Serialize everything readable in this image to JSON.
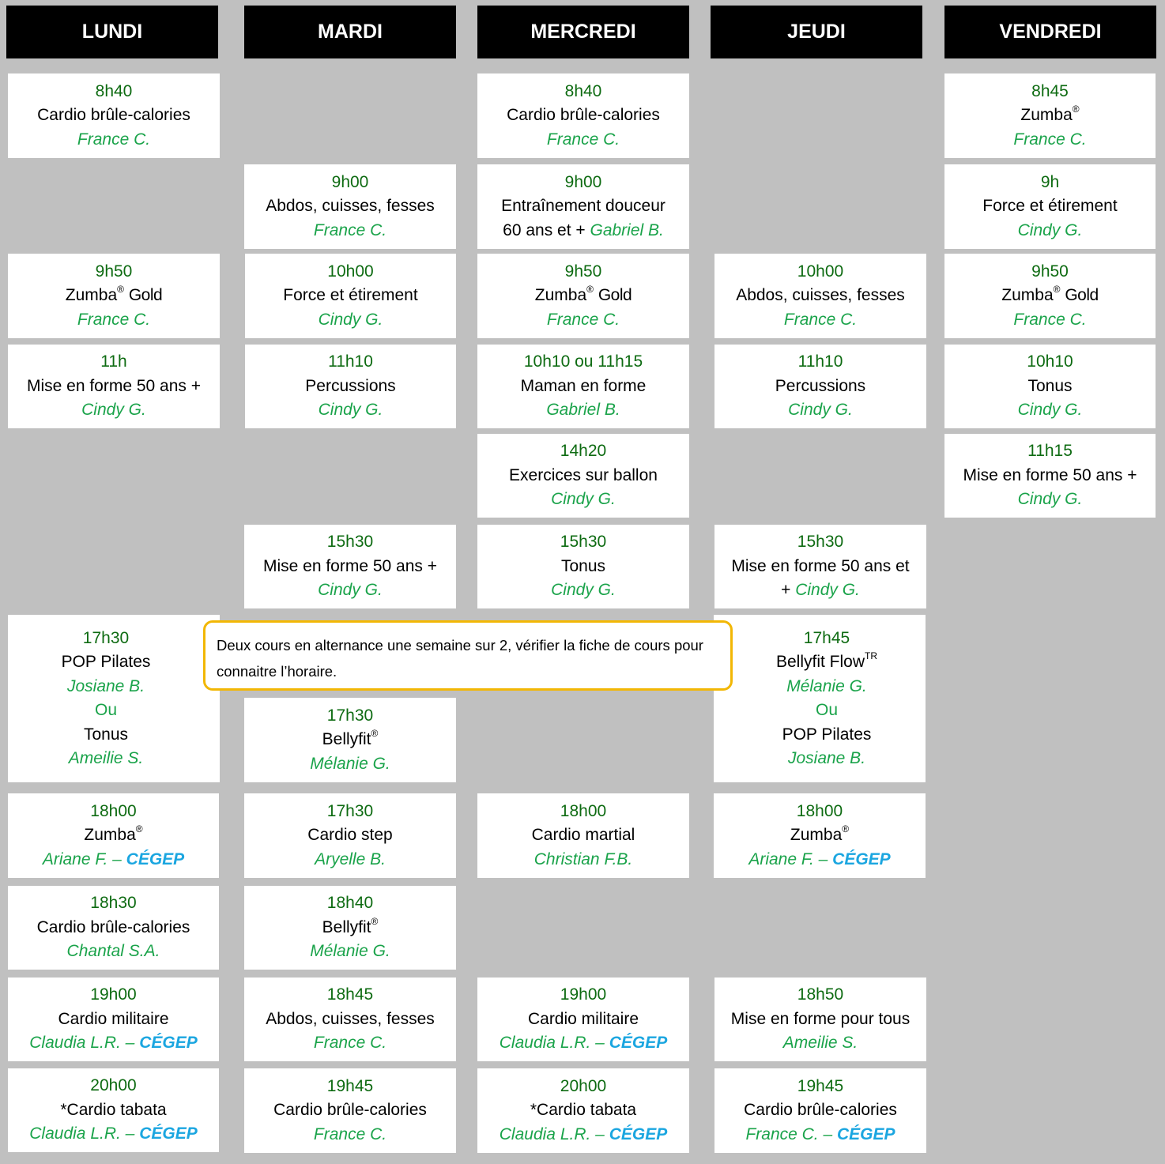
{
  "days": [
    "LUNDI",
    "MARDI",
    "MERCREDI",
    "JEUDI",
    "VENDREDI"
  ],
  "reg": "®",
  "tr": "TR",
  "or": "Ou",
  "cegep": "CÉGEP",
  "note": "Deux cours en alternance une semaine sur 2, vérifier la fiche de cours pour connaitre l’horaire.",
  "lundi": {
    "c1": {
      "time": "8h40",
      "name": "Cardio brûle-calories",
      "instr": "France C."
    },
    "c2": {
      "time": "9h50",
      "name": "Zumba",
      "gold": "Gold",
      "instr": "France C."
    },
    "c3": {
      "time": "11h",
      "name": "Mise en forme 50 ans +",
      "instr": "Cindy G."
    },
    "c4": {
      "time": "17h30",
      "name": "POP Pilates",
      "instr": "Josiane B.",
      "name2": "Tonus",
      "instr2": "Ameilie S."
    },
    "c5": {
      "time": "18h00",
      "name": "Zumba",
      "instr": "Ariane F. – "
    },
    "c6": {
      "time": "18h30",
      "name": "Cardio brûle-calories",
      "instr": "Chantal S.A."
    },
    "c7": {
      "time": "19h00",
      "name": "Cardio militaire",
      "instr": "Claudia L.R. – "
    },
    "c8": {
      "time": "20h00",
      "name": "*Cardio tabata",
      "instr": "Claudia L.R. – "
    }
  },
  "mardi": {
    "c1": {
      "time": "9h00",
      "name": "Abdos, cuisses, fesses",
      "instr": "France C."
    },
    "c2": {
      "time": "10h00",
      "name": "Force et étirement",
      "instr": "Cindy G."
    },
    "c3": {
      "time": "11h10",
      "name": "Percussions",
      "instr": "Cindy G."
    },
    "c4": {
      "time": "15h30",
      "name": "Mise en forme 50 ans +",
      "instr": "Cindy G."
    },
    "c5": {
      "time": "17h30",
      "name": "Bellyfit",
      "instr": "Mélanie G."
    },
    "c6": {
      "time": "17h30",
      "name": "Cardio step",
      "instr": "Aryelle B."
    },
    "c7": {
      "time": "18h40",
      "name": "Bellyfit",
      "instr": "Mélanie G."
    },
    "c8": {
      "time": "18h45",
      "name": "Abdos, cuisses, fesses",
      "instr": "France C."
    },
    "c9": {
      "time": "19h45",
      "name": "Cardio brûle-calories",
      "instr": "France C."
    }
  },
  "mercredi": {
    "c1": {
      "time": "8h40",
      "name": "Cardio brûle-calories",
      "instr": "France C."
    },
    "c2": {
      "time": "9h00",
      "name": "Entraînement douceur",
      "name2": "60 ans et + ",
      "instr": "Gabriel B."
    },
    "c3": {
      "time": "9h50",
      "name": "Zumba",
      "gold": "Gold",
      "instr": "France C."
    },
    "c4": {
      "time": "10h10 ou 11h15",
      "name": "Maman en forme",
      "instr": "Gabriel B."
    },
    "c5": {
      "time": "14h20",
      "name": "Exercices sur ballon",
      "instr": "Cindy G."
    },
    "c6": {
      "time": "15h30",
      "name": "Tonus",
      "instr": "Cindy G."
    },
    "c7": {
      "time": "18h00",
      "name": "Cardio martial",
      "instr": "Christian F.B."
    },
    "c8": {
      "time": "19h00",
      "name": "Cardio militaire",
      "instr": "Claudia L.R. – "
    },
    "c9": {
      "time": "20h00",
      "name": "*Cardio tabata",
      "instr": "Claudia L.R. – "
    }
  },
  "jeudi": {
    "c1": {
      "time": "10h00",
      "name": "Abdos, cuisses, fesses",
      "instr": "France C."
    },
    "c2": {
      "time": "11h10",
      "name": "Percussions",
      "instr": "Cindy G."
    },
    "c3": {
      "time": "15h30",
      "name": "Mise en forme 50 ans et",
      "name2": "+ ",
      "instr": "Cindy G."
    },
    "c4": {
      "time": "17h45",
      "name": "Bellyfit Flow",
      "instr": "Mélanie G.",
      "name2": "POP Pilates",
      "instr2": "Josiane B."
    },
    "c5": {
      "time": "18h00",
      "name": "Zumba",
      "instr": "Ariane F. – "
    },
    "c6": {
      "time": "18h50",
      "name": "Mise en forme pour tous",
      "instr": "Ameilie S."
    },
    "c7": {
      "time": "19h45",
      "name": "Cardio brûle-calories",
      "instr": "France C. – "
    }
  },
  "vendredi": {
    "c1": {
      "time": "8h45",
      "name": "Zumba",
      "instr": "France C."
    },
    "c2": {
      "time": "9h",
      "name": "Force et étirement",
      "instr": "Cindy G."
    },
    "c3": {
      "time": "9h50",
      "name": "Zumba",
      "gold": "Gold",
      "instr": "France C."
    },
    "c4": {
      "time": "10h10",
      "name": "Tonus",
      "instr": "Cindy G."
    },
    "c5": {
      "time": "11h15",
      "name": "Mise en forme 50 ans +",
      "instr": "Cindy G."
    }
  }
}
